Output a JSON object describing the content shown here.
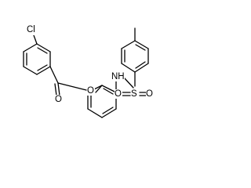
{
  "structure": {
    "atom_labels": {
      "chlorine": "Cl",
      "ester_carbonyl_oxygen": "O",
      "ester_oxygen": "O",
      "amine": "NH",
      "sulfur": "S",
      "sulfonyl_oxygen_left": "O",
      "sulfonyl_oxygen_right": "O"
    }
  }
}
